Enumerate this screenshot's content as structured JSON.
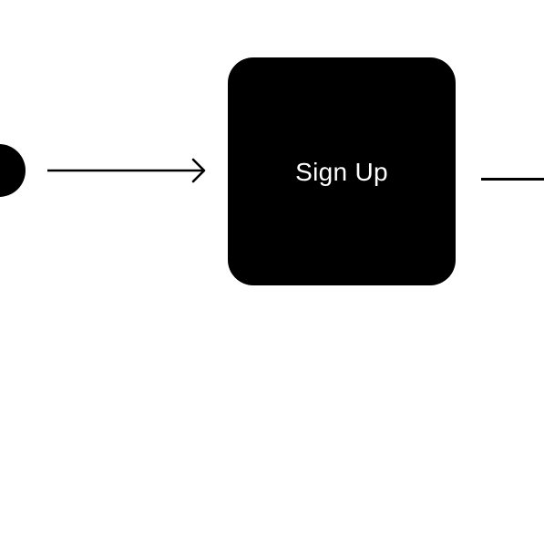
{
  "flow": {
    "nodes": [
      {
        "type": "start",
        "label": ""
      },
      {
        "type": "step",
        "label": "Sign Up"
      }
    ],
    "colors": {
      "node_fill": "#000000",
      "node_text": "#ffffff",
      "connector": "#000000",
      "background": "#ffffff"
    }
  }
}
